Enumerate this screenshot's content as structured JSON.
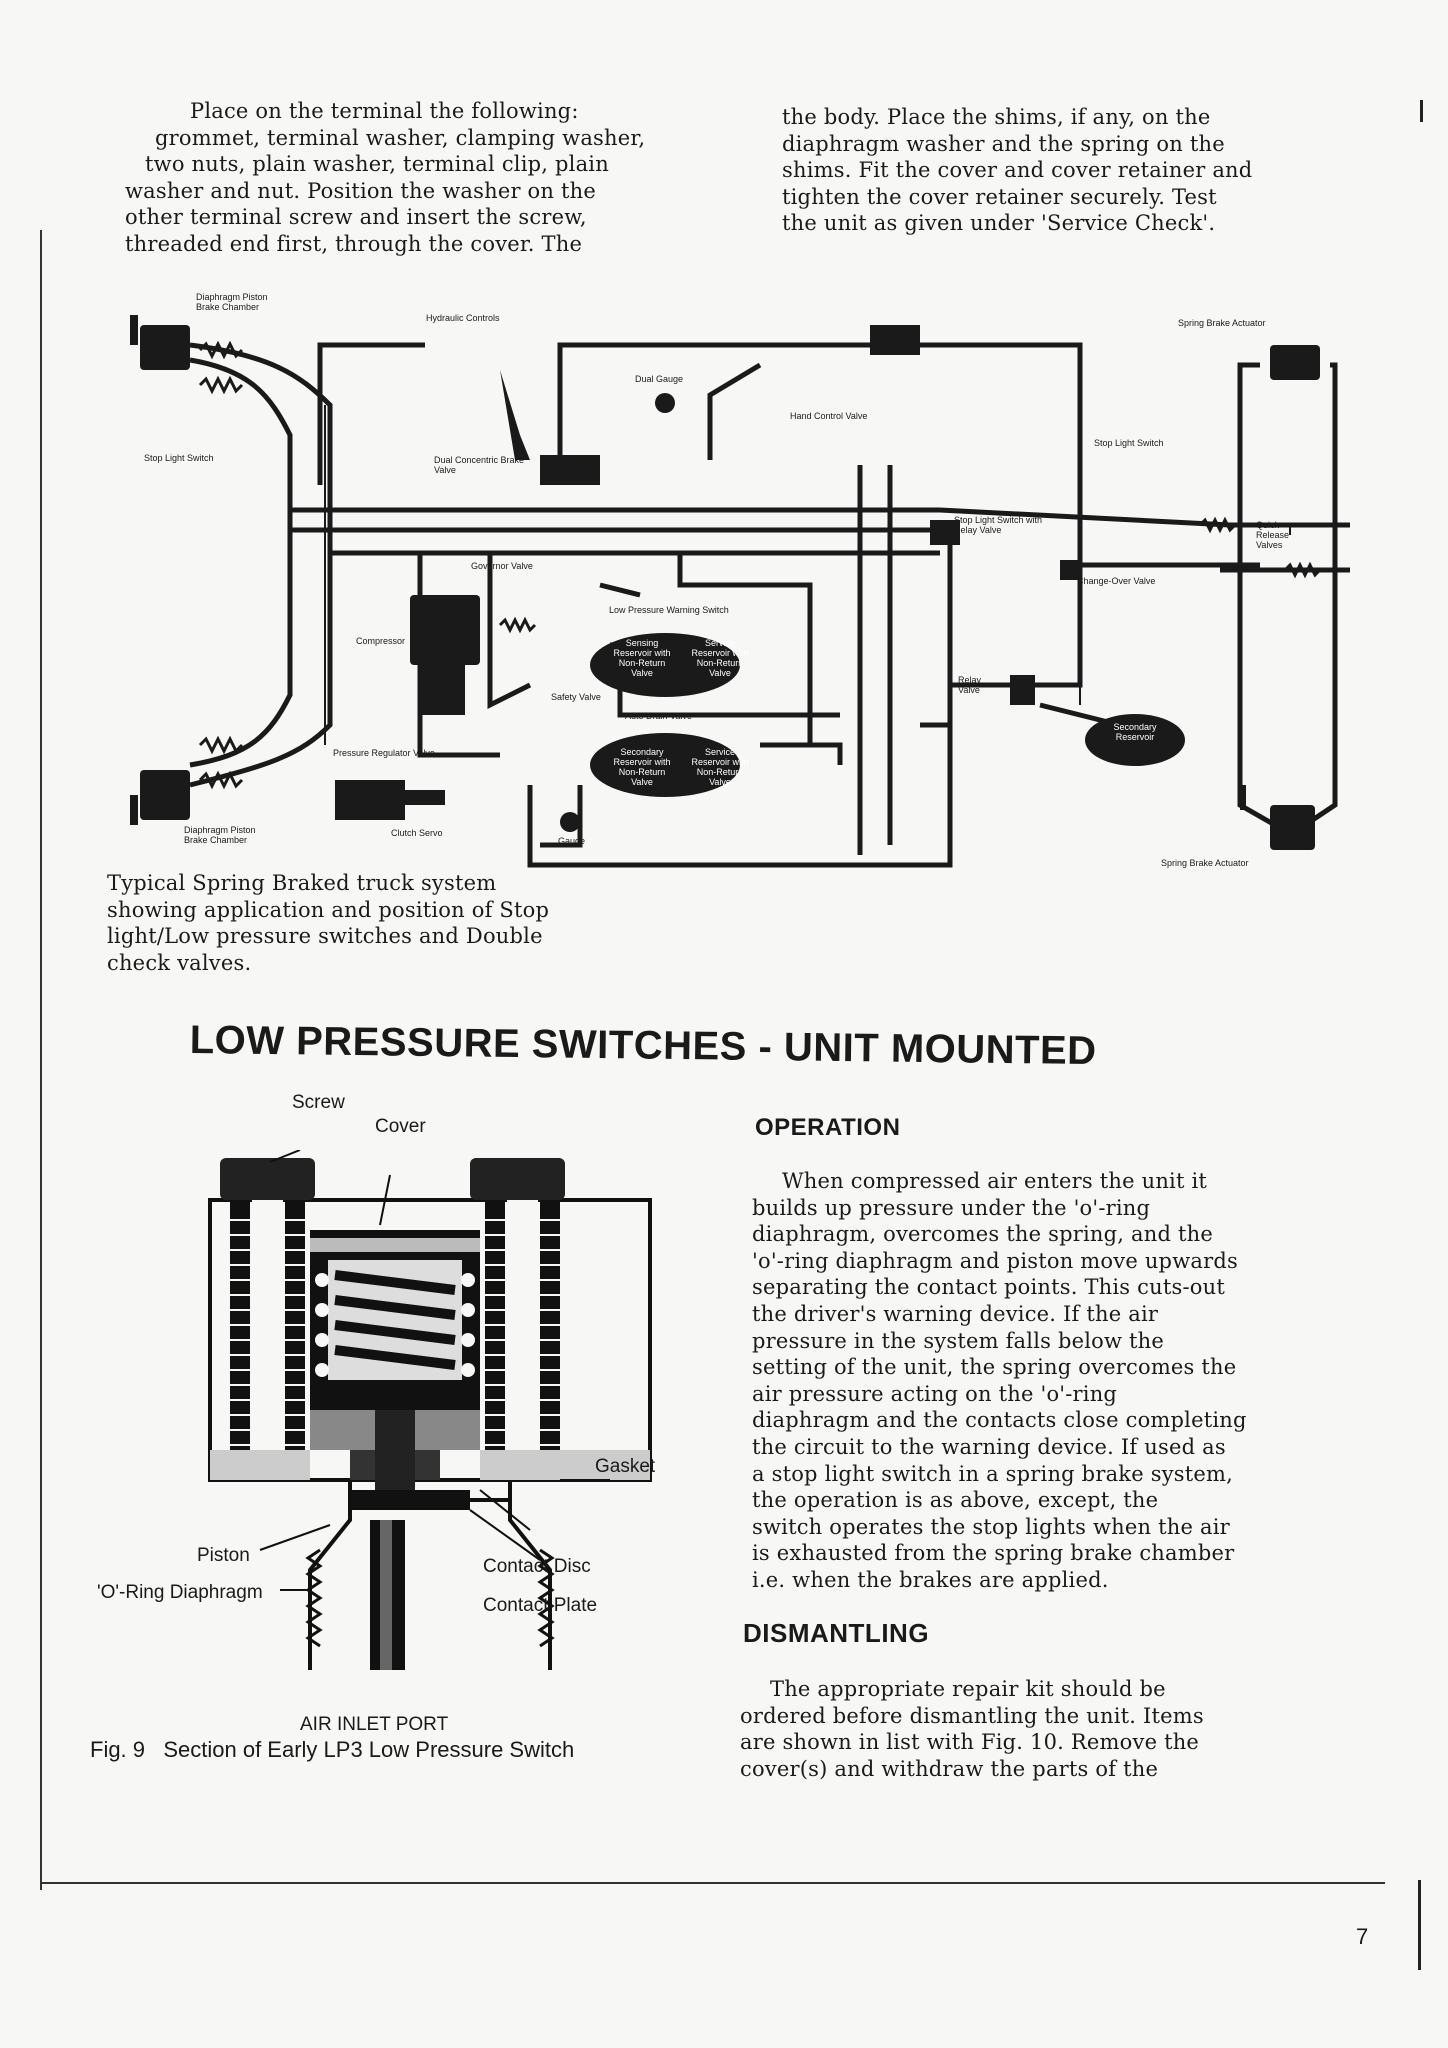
{
  "top_left": {
    "lines": [
      "Place on the terminal the following:",
      "grommet, terminal washer, clamping washer,",
      "two nuts, plain washer, terminal clip, plain",
      "washer and nut.  Position the washer on the",
      "other terminal screw and insert the screw,",
      "threaded end first, through the cover.  The"
    ]
  },
  "top_right": {
    "lines": [
      "the body.  Place the shims, if any, on the",
      "diaphragm washer and the spring on the",
      "shims.  Fit the cover and cover retainer and",
      "tighten the cover retainer securely.  Test",
      "the unit as given under 'Service Check'."
    ]
  },
  "diagram1": {
    "labels": {
      "diaphragm_top": "Diaphragm Piston Brake Chamber",
      "hydraulic_controls": "Hydraulic Controls",
      "spring_actuator_top": "Spring Brake Actuator",
      "dual_gauge": "Dual Gauge",
      "hand_control_valve": "Hand Control Valve",
      "stop_light_left": "Stop Light Switch",
      "stop_light_right": "Stop Light Switch",
      "dual_concentric": "Dual Concentric Brake Valve",
      "stop_light_relay": "Stop Light Switch with Relay Valve",
      "quick_release": "Quick Release Valves",
      "governor_valve": "Governor Valve",
      "change_over": "Change-Over Valve",
      "low_pressure_warning": "Low Pressure Warning Switch",
      "compressor": "Compressor",
      "sensing_reservoir": "Sensing Reservoir with Non-Return Valve",
      "service_reservoir_1": "Service Reservoir with Non-Return Valve",
      "safety_valve": "Safety Valve",
      "auto_drain": "Auto Drain Valve",
      "relay_valve": "Relay Valve",
      "secondary_reservoir_right": "Secondary Reservoir",
      "pressure_regulator": "Pressure Regulator Valve",
      "secondary_reservoir": "Secondary Reservoir with Non-Return Valve",
      "service_reservoir_2": "Service Reservoir with Non-Return Valve",
      "clutch_servo": "Clutch Servo",
      "gauge": "Gauge",
      "diaphragm_bottom": "Diaphragm Piston Brake Chamber",
      "spring_actuator_bottom": "Spring Brake Actuator"
    },
    "caption": [
      "Typical Spring Braked truck system",
      "showing application and position of Stop",
      "light/Low pressure switches and Double",
      "check valves."
    ]
  },
  "section_title": "LOW PRESSURE SWITCHES - UNIT MOUNTED",
  "figure9": {
    "labels": {
      "screw": "Screw",
      "cover": "Cover",
      "gasket": "Gasket",
      "piston": "Piston",
      "o_ring": "'O'-Ring Diaphragm",
      "contact_disc": "Contact Disc",
      "contact_plate": "Contact Plate",
      "air_inlet": "AIR INLET PORT"
    },
    "caption": "Fig. 9   Section of Early LP3 Low Pressure Switch"
  },
  "operation": {
    "heading": "OPERATION",
    "lines": [
      "When compressed air enters the unit it",
      "builds up pressure under the 'o'-ring",
      "diaphragm, overcomes the spring, and the",
      "'o'-ring diaphragm and piston move upwards",
      "separating the contact points.  This cuts-out",
      "the driver's warning device.  If the air",
      "pressure in the system falls below the",
      "setting of the unit, the spring overcomes the",
      "air pressure acting on the 'o'-ring",
      "diaphragm and the contacts close completing",
      "the circuit to the warning device.  If used as",
      "a stop light switch in a spring brake system,",
      "the operation is as above, except, the",
      "switch operates the stop lights when the air",
      "is exhausted from the spring brake chamber",
      "i.e. when the brakes are applied."
    ]
  },
  "dismantling": {
    "heading": "DISMANTLING",
    "lines": [
      "The appropriate repair kit should be",
      "ordered before dismantling the unit.  Items",
      "are shown in list with Fig. 10.  Remove the",
      "cover(s) and withdraw the parts of the"
    ]
  },
  "page_number": "7"
}
